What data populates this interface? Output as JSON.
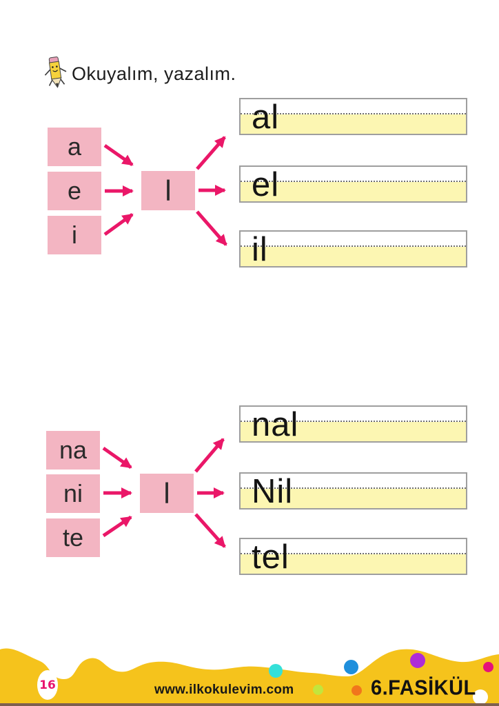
{
  "header": {
    "title": "Okuyalım, yazalım.",
    "icon": "pencil-character-icon"
  },
  "exercise1": {
    "inputs": [
      "a",
      "e",
      "i"
    ],
    "center": "l",
    "outputs": [
      "al",
      "el",
      "il"
    ]
  },
  "exercise2": {
    "inputs": [
      "na",
      "ni",
      "te"
    ],
    "center": "l",
    "outputs": [
      "nal",
      "Nil",
      "tel"
    ]
  },
  "footer": {
    "page_number": "16",
    "website": "www.ilkokulevim.com",
    "booklet": "6.FASİKÜL",
    "dot_colors": [
      "#35e0d8",
      "#1f8fdc",
      "#ae2cd6",
      "#e5127a",
      "#c3e53c",
      "#f1761c",
      "#ffffff"
    ]
  },
  "colors": {
    "box_pink": "#f3b5c2",
    "arrow_pink": "#ea1768",
    "writing_line_yellow": "#fcf6b2",
    "footer_yellow": "#f5c31c",
    "page_number_pink": "#e8146e"
  }
}
